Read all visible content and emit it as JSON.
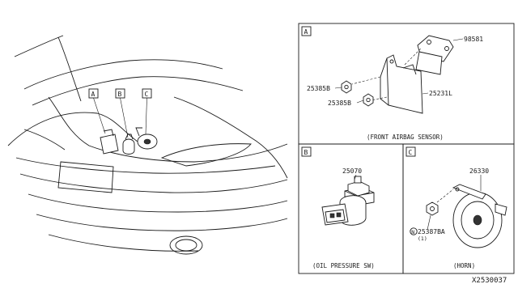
{
  "diagram": {
    "callouts": {
      "a": "A",
      "b": "B",
      "c": "C"
    },
    "panel_a": {
      "tag": "A",
      "parts": {
        "p1": "98581",
        "p2": "25385B",
        "p3": "25385B",
        "p4": "25231L"
      },
      "caption": "(FRONT AIRBAG SENSOR)"
    },
    "panel_b": {
      "tag": "B",
      "parts": {
        "p1": "25070"
      },
      "caption": "(OIL PRESSURE SW)"
    },
    "panel_c": {
      "tag": "C",
      "parts": {
        "p1": "26330",
        "p2": "25387BA",
        "p2_qty": "(1)",
        "p2_marker": "N"
      },
      "caption": "(HORN)"
    },
    "diagram_id": "X2530037"
  }
}
